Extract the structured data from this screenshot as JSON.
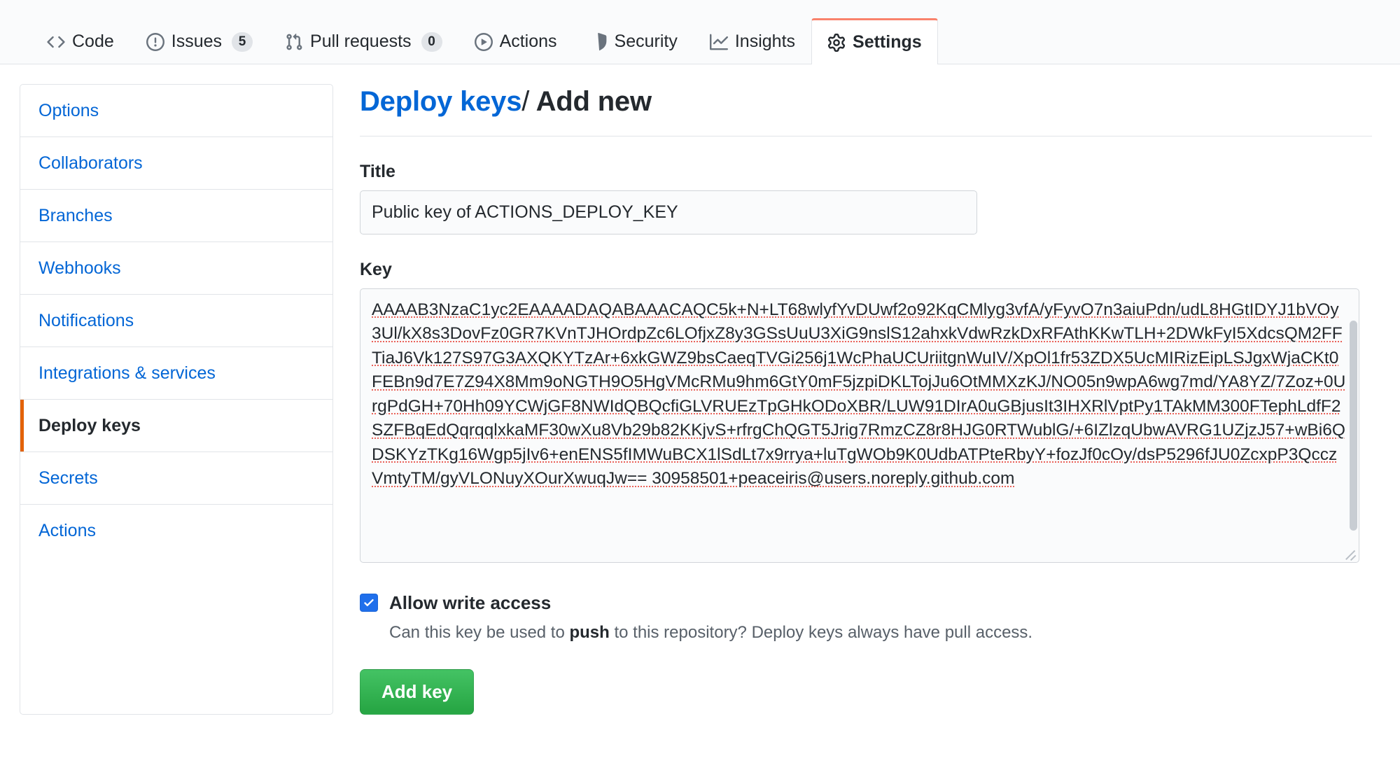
{
  "repo_nav": {
    "tabs": [
      {
        "label": "Code",
        "icon": "code-icon",
        "count": null,
        "selected": false
      },
      {
        "label": "Issues",
        "icon": "issue-opened-icon",
        "count": "5",
        "selected": false
      },
      {
        "label": "Pull requests",
        "icon": "git-pull-request-icon",
        "count": "0",
        "selected": false
      },
      {
        "label": "Actions",
        "icon": "play-icon",
        "count": null,
        "selected": false
      },
      {
        "label": "Security",
        "icon": "shield-icon",
        "count": null,
        "selected": false
      },
      {
        "label": "Insights",
        "icon": "graph-icon",
        "count": null,
        "selected": false
      },
      {
        "label": "Settings",
        "icon": "gear-icon",
        "count": null,
        "selected": true
      }
    ]
  },
  "sidebar": {
    "items": [
      {
        "label": "Options",
        "selected": false
      },
      {
        "label": "Collaborators",
        "selected": false
      },
      {
        "label": "Branches",
        "selected": false
      },
      {
        "label": "Webhooks",
        "selected": false
      },
      {
        "label": "Notifications",
        "selected": false
      },
      {
        "label": "Integrations & services",
        "selected": false
      },
      {
        "label": "Deploy keys",
        "selected": true
      },
      {
        "label": "Secrets",
        "selected": false
      },
      {
        "label": "Actions",
        "selected": false
      }
    ]
  },
  "main": {
    "heading_link": "Deploy keys",
    "heading_separator": "/",
    "heading_current": "Add new",
    "title_field": {
      "label": "Title",
      "value": "Public key of ACTIONS_DEPLOY_KEY",
      "placeholder": ""
    },
    "key_field": {
      "label": "Key",
      "value": "AAAAB3NzaC1yc2EAAAADAQABAAACAQC5k+N+LT68wlyfYvDUwf2o92KqCMlyg3vfA/yFyvO7n3aiuPdn/udL8HGtIDYJ1bVOy3Ul/kX8s3DovFz0GR7KVnTJHOrdpZc6LOfjxZ8y3GSsUuU3XiG9nslS12ahxkVdwRzkDxRFAthKKwTLH+2DWkFyI5XdcsQM2FFTiaJ6Vk127S97G3AXQKYTzAr+6xkGWZ9bsCaeqTVGi256j1WcPhaUCUriitgnWuIV/XpOl1fr53ZDX5UcMIRizEipLSJgxWjaCKt0FEBn9d7E7Z94X8Mm9oNGTH9O5HgVMcRMu9hm6GtY0mF5jzpiDKLTojJu6OtMMXzKJ/NO05n9wpA6wg7md/YA8YZ/7Zoz+0UrgPdGH+70Hh09YCWjGF8NWIdQBQcfiGLVRUEzTpGHkODoXBR/LUW91DIrA0uGBjusIt3IHXRlVptPy1TAkMM300FTephLdfF2SZFBqEdQqrqqlxkaMF30wXu8Vb29b82KKjvS+rfrgChQGT5Jrig7RmzCZ8r8HJG0RTWublG/+6IZlzqUbwAVRG1UZjzJ57+wBi6QDSKYzTKg16Wgp5jIv6+enENS5fIMWuBCX1lSdLt7x9rrya+luTgWOb9K0UdbATPteRbyY+fozJf0cOy/dsP5296fJU0ZcxpP3QcczVmtyTM/gyVLONuyXOurXwuqJw== 30958501+peaceiris@users.noreply.github.com",
      "placeholder": ""
    },
    "allow_write": {
      "label": "Allow write access",
      "checked": true,
      "note_prefix": "Can this key be used to ",
      "note_strong": "push",
      "note_suffix": " to this repository? Deploy keys always have pull access."
    },
    "submit_label": "Add key"
  },
  "colors": {
    "link": "#0366d6",
    "selected_tab_accent": "#f9826c",
    "sidebar_accent": "#e36209",
    "primary_button": "#28a745",
    "checkbox": "#1f6feb",
    "spellcheck_underline": "#e6463c"
  }
}
